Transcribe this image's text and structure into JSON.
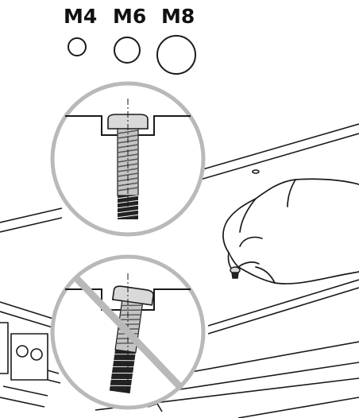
{
  "screw_sizes": [
    {
      "label": "M4"
    },
    {
      "label": "M6"
    },
    {
      "label": "M8"
    }
  ],
  "colors": {
    "ink": "#1a1a1a",
    "callout_ring": "#b9b9b9",
    "screw_head": "#d9d9d9",
    "thread": "#b0b0b0",
    "dark_thread": "#222222",
    "prohibition": "#b9b9b9"
  }
}
